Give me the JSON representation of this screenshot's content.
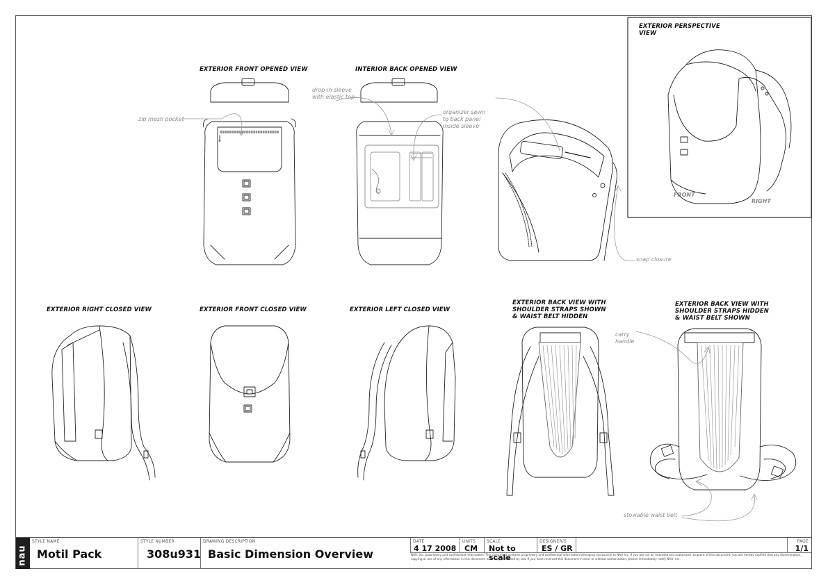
{
  "views": {
    "front_opened": "EXTERIOR FRONT OPENED VIEW",
    "interior_back_opened": "INTERIOR BACK OPENED VIEW",
    "perspective": "EXTERIOR PERSPECTIVE\nVIEW",
    "right_closed": "EXTERIOR RIGHT CLOSED VIEW",
    "front_closed": "EXTERIOR FRONT CLOSED VIEW",
    "left_closed": "EXTERIOR LEFT CLOSED VIEW",
    "back_straps_shown": "EXTERIOR BACK VIEW WITH\nSHOULDER STRAPS SHOWN\n& WAIST BELT HIDDEN",
    "back_belt_shown": "EXTERIOR BACK VIEW WITH\nSHOULDER STRAPS HIDDEN\n& WAIST BELT SHOWN"
  },
  "callouts": {
    "zip_mesh_pocket": "zip mesh pocket",
    "drop_in_sleeve": "drop-in sleeve\nwith elastic top",
    "organizer": "organizer sewn\nto back panel\ninside sleeve",
    "snap_closure": "snap closure",
    "carry_handle": "carry\nhandle",
    "stowable_waist_belt": "stowable waist belt"
  },
  "perspective_labels": {
    "front": "FRONT",
    "right": "RIGHT"
  },
  "title_block": {
    "logo": "nau",
    "style_name_caption": "STYLE NAME",
    "style_name": "Motil Pack",
    "style_number_caption": "STYLE NUMBER",
    "style_number": "308u931",
    "drawing_description_caption": "DRAWING DESCRIPTION",
    "drawing_description": "Basic Dimension Overview",
    "date_caption": "DATE",
    "date": "4 17 2008",
    "units_caption": "UNITS",
    "units": "CM",
    "scale_caption": "SCALE",
    "scale": "Not to scale",
    "designers_caption": "DESIGNER/S",
    "designers": "ES / GR",
    "page_caption": "PAGE",
    "page": "1/1",
    "legal": "NAU, Inc. proprietary and confidential Information: This document contains proprietary and confidential information belonging exclusively to NAU Inc. If you are not an intended and authorized recipient of this document, you are hereby notified that any dissemination, copying or use of any information in this document is strictly prohibited by law. If you have received this document in error or without authorization, please immediately notify NAU, Inc."
  }
}
